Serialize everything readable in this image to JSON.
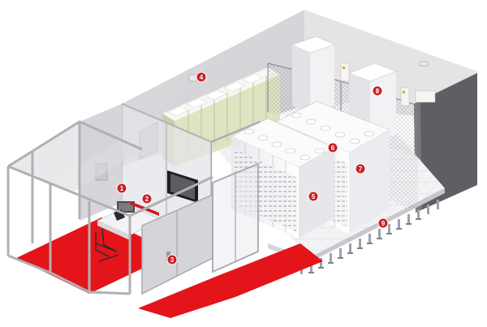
{
  "colors": {
    "accent": "#cc1f24",
    "floor_red": "#e4141b",
    "wall_grey": "#d9d9dc",
    "wall_dark": "#5a5a5e",
    "rack_white": "#f4f4f6",
    "power_cabinet": "#dfe3c4",
    "raised_floor": "#f0f0f2"
  },
  "callouts": [
    {
      "id": "1",
      "text": "1"
    },
    {
      "id": "2",
      "text": "2"
    },
    {
      "id": "3",
      "text": "3"
    },
    {
      "id": "4",
      "text": "4"
    },
    {
      "id": "5",
      "text": "5"
    },
    {
      "id": "6",
      "text": "6"
    },
    {
      "id": "7",
      "text": "7"
    },
    {
      "id": "8",
      "text": "8"
    },
    {
      "id": "9",
      "text": "9"
    }
  ]
}
